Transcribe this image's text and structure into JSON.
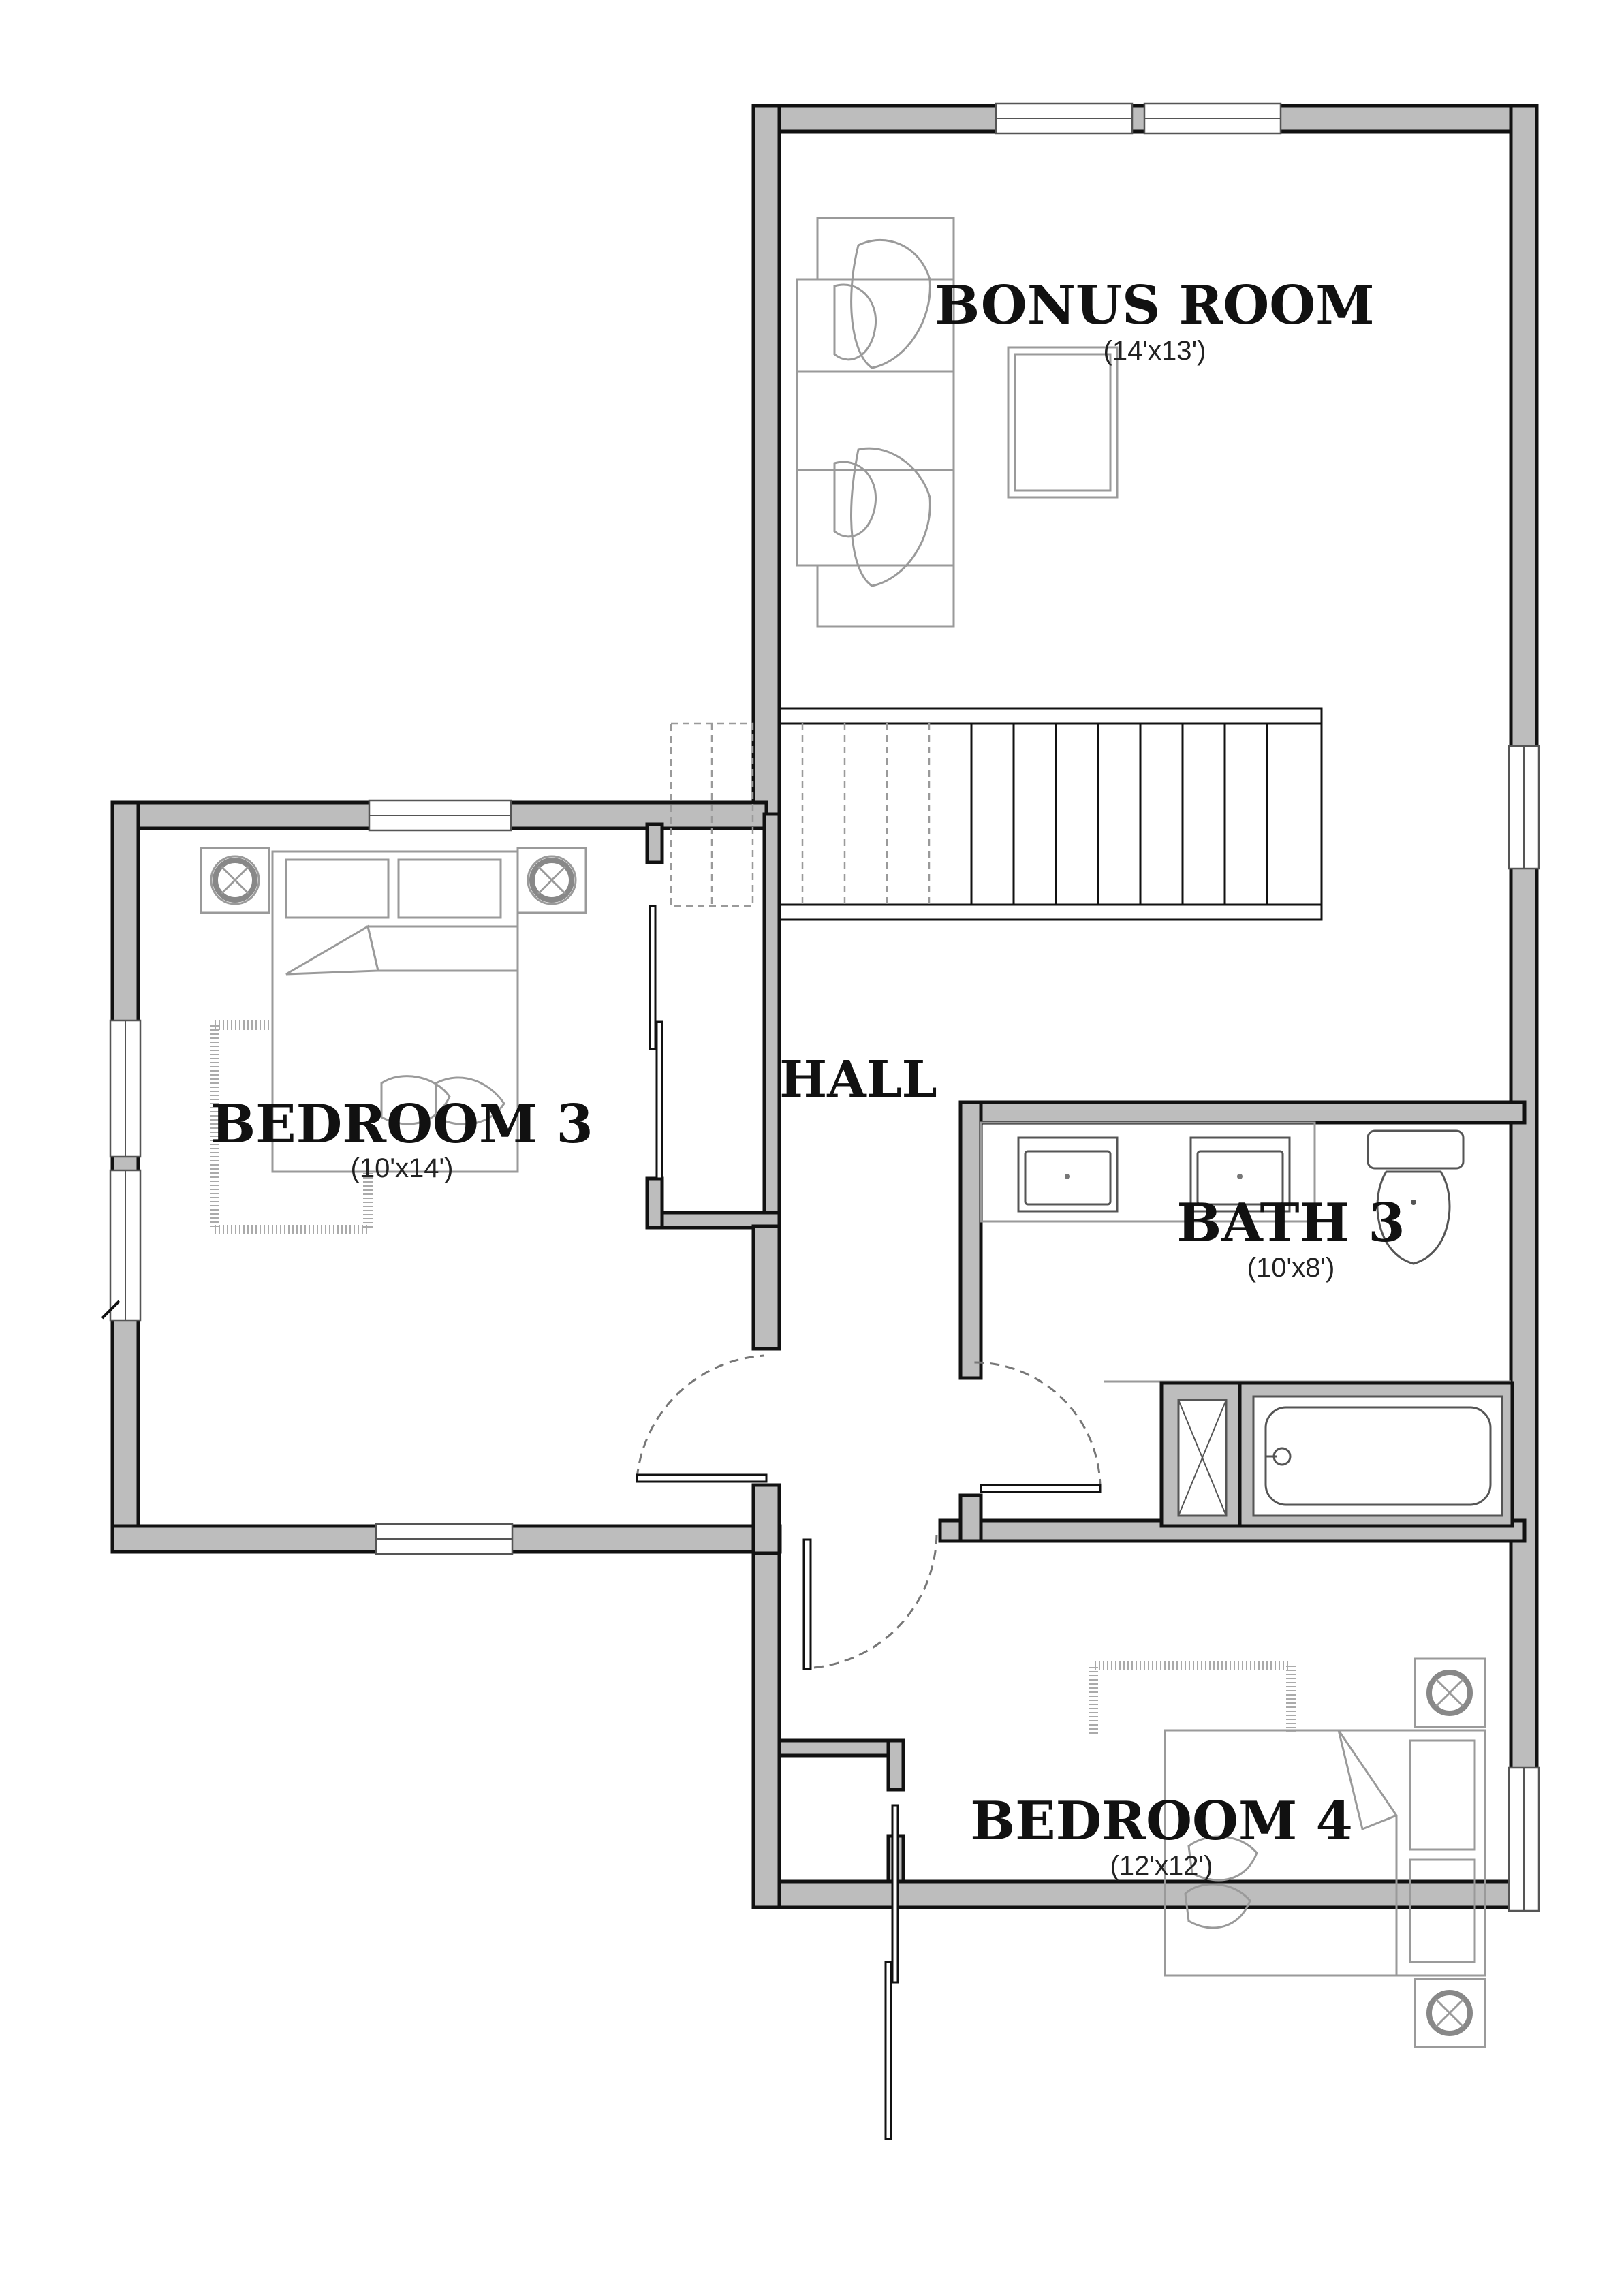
{
  "plan": {
    "rooms": {
      "bonus_room": {
        "name": "BONUS ROOM",
        "dimensions": "(14'x13')"
      },
      "bedroom_3": {
        "name": "BEDROOM 3",
        "dimensions": "(10'x14')"
      },
      "hall": {
        "name": "HALL"
      },
      "bath_3": {
        "name": "BATH 3",
        "dimensions": "(10'x8')"
      },
      "bedroom_4": {
        "name": "BEDROOM 4",
        "dimensions": "(12'x12')"
      }
    },
    "colors": {
      "wall_fill": "#bdbdbd",
      "wall_outline": "#111111",
      "furniture": "#9a9a9a",
      "background": "#ffffff"
    }
  }
}
